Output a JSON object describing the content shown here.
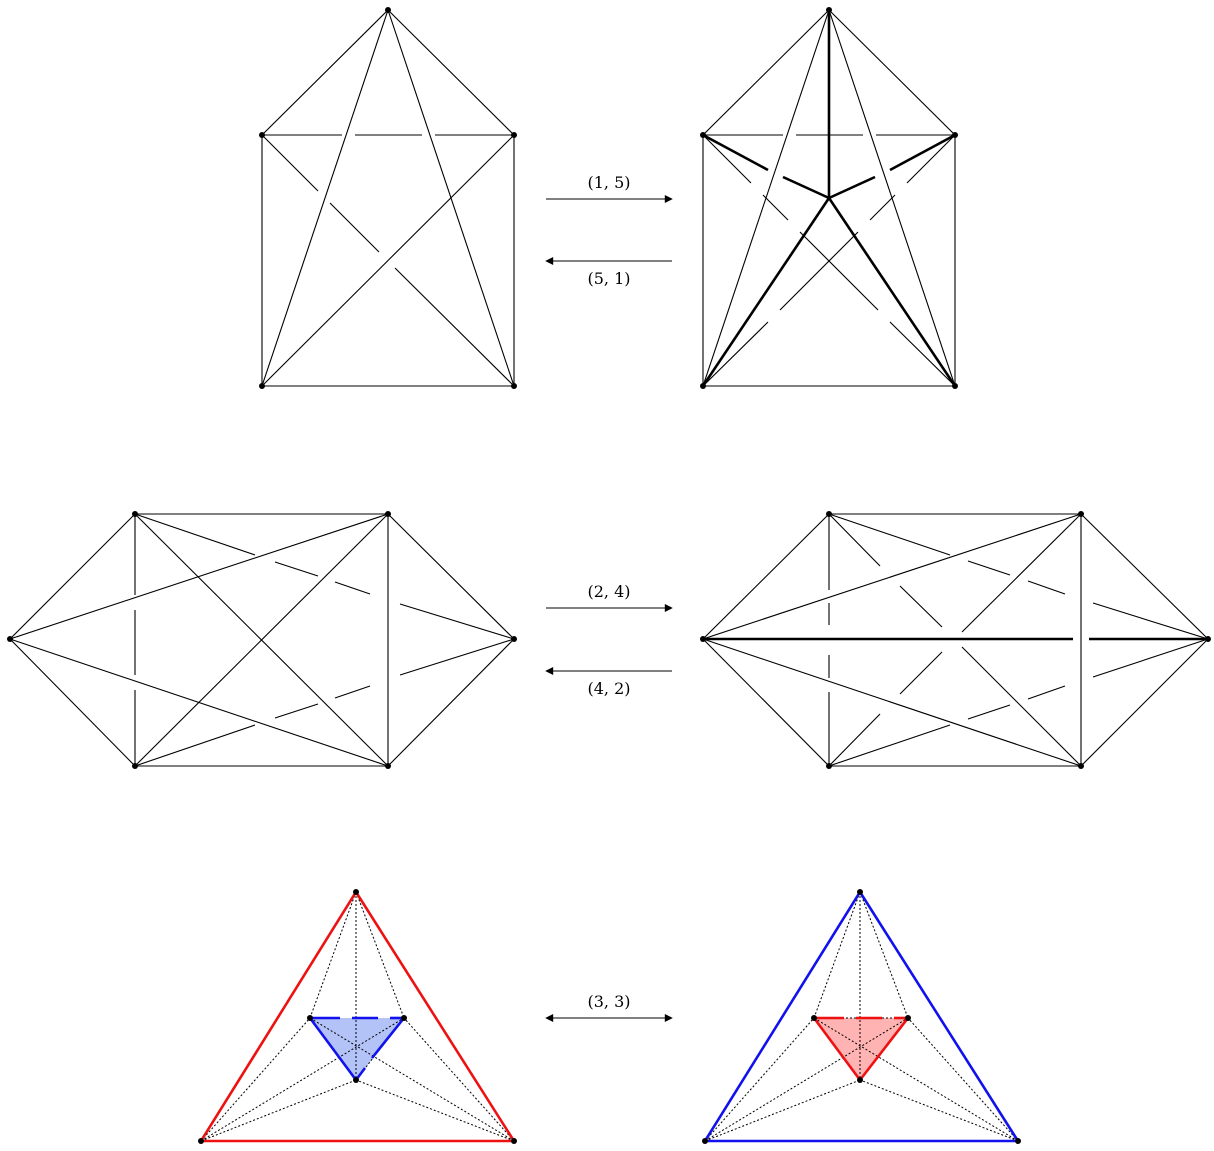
{
  "colors": {
    "ink": "#000000",
    "red": "#ee1111",
    "blue": "#1111ee",
    "red_fill": "#ffb3b3",
    "blue_fill": "#b3c3f7"
  },
  "moves": [
    {
      "forward_label": "(1, 5)",
      "backward_label": "(5, 1)"
    },
    {
      "forward_label": "(2, 4)",
      "backward_label": "(4, 2)"
    },
    {
      "label": "(3, 3)"
    }
  ]
}
